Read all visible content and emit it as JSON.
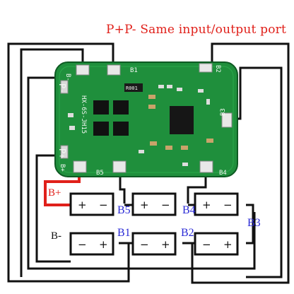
{
  "title": "P+P- Same input/output port",
  "pcb": {
    "pads": {
      "b_minus": "B-",
      "p_minus": "P-",
      "p_plus": "P+",
      "b_plus": "B+",
      "b1": "B1",
      "b2": "B2",
      "b3": "B3",
      "b4": "B4",
      "b5": "B5"
    },
    "model_label": "HX-6S-JH15",
    "resistor_label": "R001"
  },
  "wiring_labels": {
    "b_plus": "B+",
    "b_minus": "B-",
    "b1": "B1",
    "b2": "B2",
    "b3": "B3",
    "b4": "B4",
    "b5": "B5"
  },
  "cells": [
    {
      "id": "cell-1",
      "left_sign": "−",
      "right_sign": "+"
    },
    {
      "id": "cell-2",
      "left_sign": "−",
      "right_sign": "+"
    },
    {
      "id": "cell-3",
      "left_sign": "−",
      "right_sign": "+"
    },
    {
      "id": "cell-4",
      "left_sign": "+",
      "right_sign": "−"
    },
    {
      "id": "cell-5",
      "left_sign": "+",
      "right_sign": "−"
    },
    {
      "id": "cell-6",
      "left_sign": "+",
      "right_sign": "−"
    }
  ],
  "colors": {
    "wire": "#111111",
    "positive_wire": "#e0201a",
    "label_blue": "#2b2bd6",
    "pcb_green": "#1f8f3c"
  }
}
